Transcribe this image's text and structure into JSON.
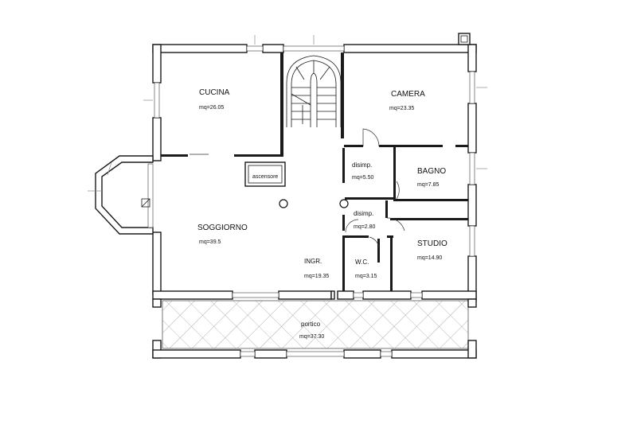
{
  "rooms": {
    "cucina": {
      "name": "CUCINA",
      "area": "mq=26.05"
    },
    "camera": {
      "name": "CAMERA",
      "area": "mq=23.35"
    },
    "disimp1": {
      "name": "disimp.",
      "area": "mq=5.50"
    },
    "bagno": {
      "name": "BAGNO",
      "area": "mq=7.85"
    },
    "ascensore": {
      "name": "ascensore"
    },
    "disimp2": {
      "name": "disimp.",
      "area": "mq=2.80"
    },
    "soggiorno": {
      "name": "SOGGIORNO",
      "area": "mq=39.5"
    },
    "studio": {
      "name": "STUDIO",
      "area": "mq=14.90"
    },
    "ingr": {
      "name": "INGR.",
      "area": "mq=19.35"
    },
    "wc": {
      "name": "W.C.",
      "area": "mq=3.15"
    },
    "portico": {
      "name": "portico",
      "area": "mq=37.30"
    }
  }
}
